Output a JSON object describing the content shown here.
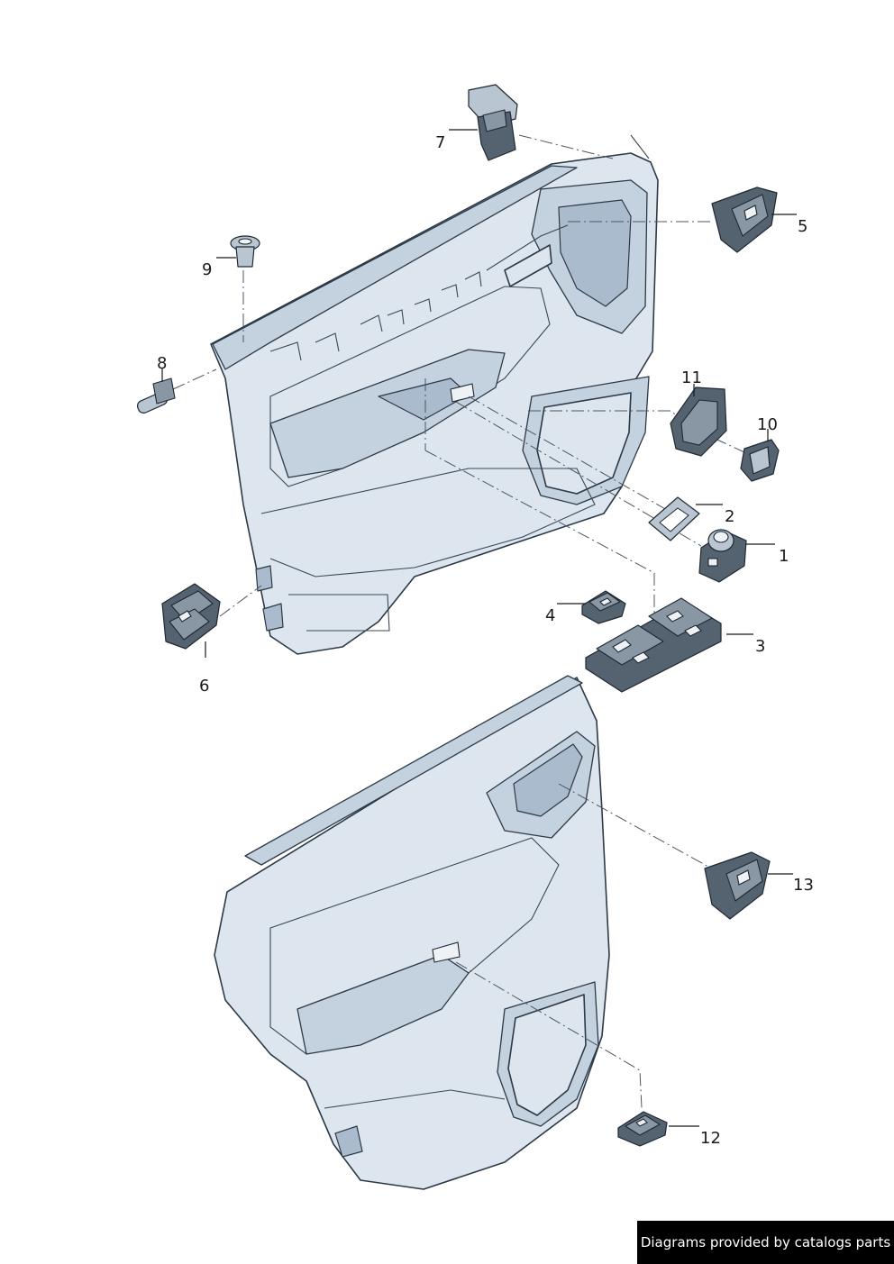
{
  "callouts": {
    "c1": "1",
    "c2": "2",
    "c3": "3",
    "c4": "4",
    "c5": "5",
    "c6": "6",
    "c7": "7",
    "c8": "8",
    "c9": "9",
    "c10": "10",
    "c11": "11",
    "c12": "12",
    "c13": "13"
  },
  "footer": {
    "credit": "Diagrams provided by catalogs parts"
  }
}
